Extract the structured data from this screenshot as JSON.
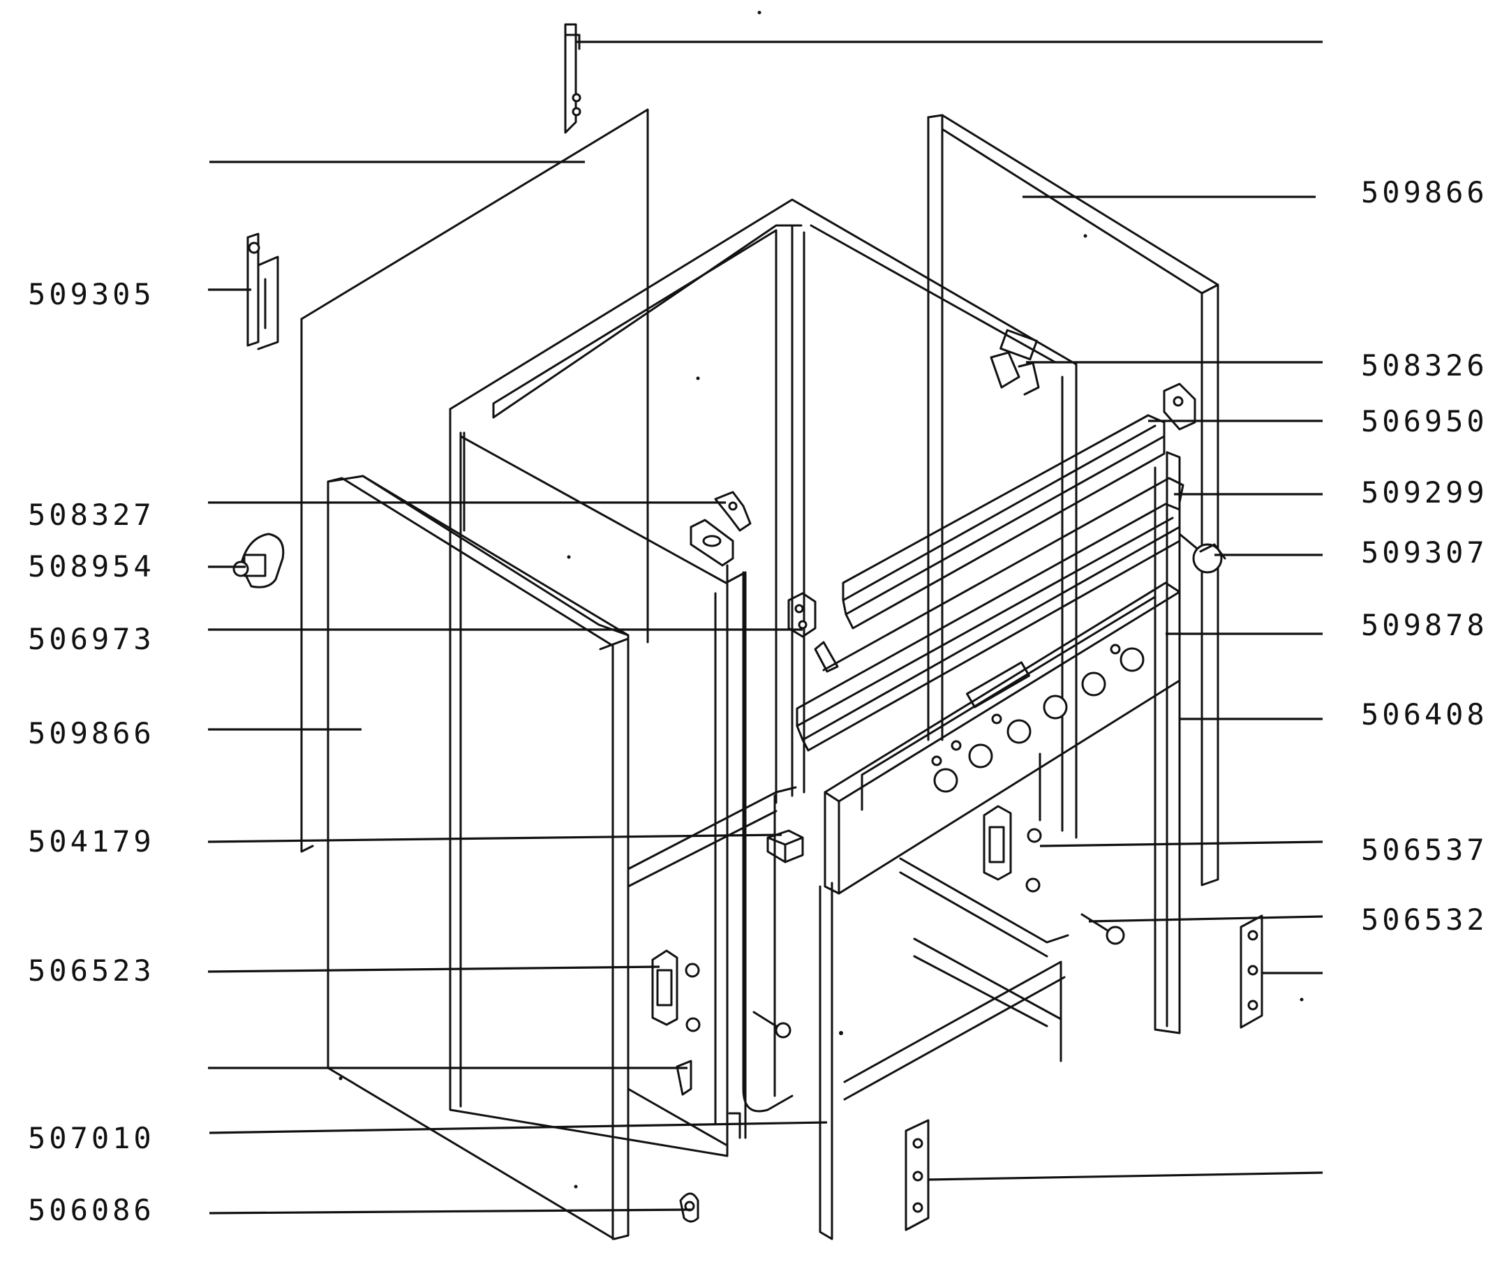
{
  "labels": {
    "left": [
      "509305",
      "508327",
      "508954",
      "506973",
      "509866",
      "504179",
      "506523",
      "507010",
      "506086"
    ],
    "right": [
      "509866",
      "508326",
      "506950",
      "509299",
      "509307",
      "509878",
      "506408",
      "506537",
      "506532"
    ]
  }
}
